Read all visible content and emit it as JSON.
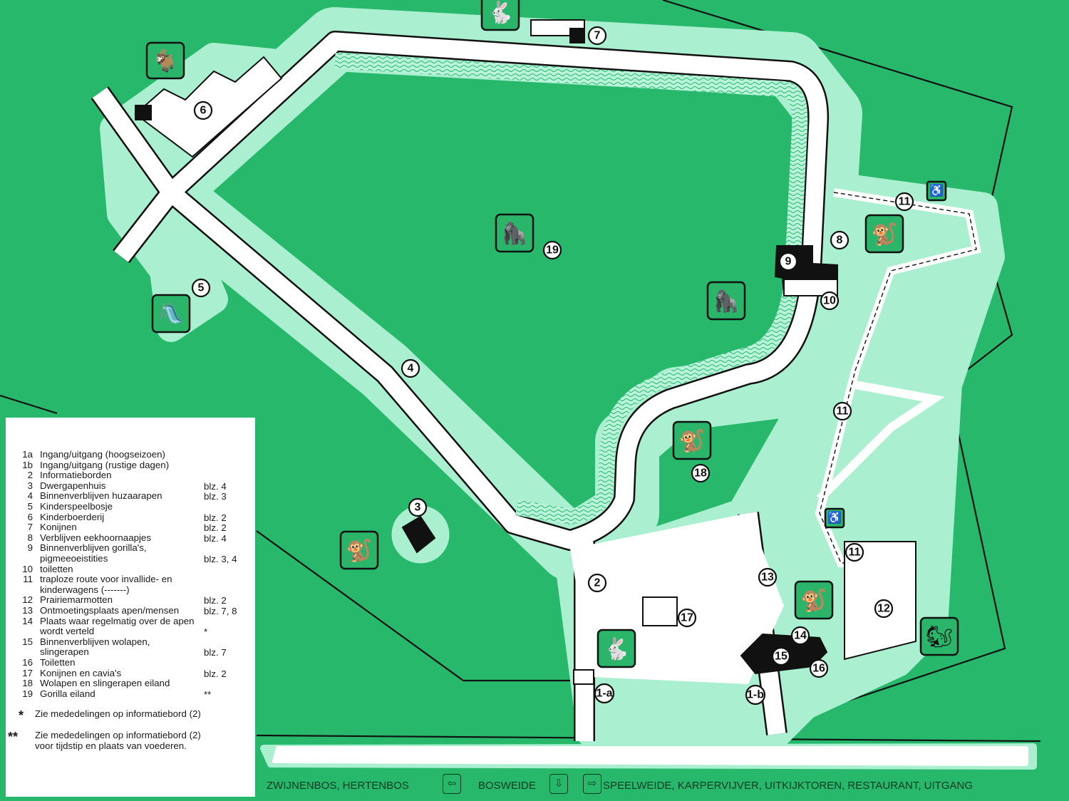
{
  "markers": [
    "1-a",
    "1-b",
    "2",
    "3",
    "4",
    "5",
    "6",
    "7",
    "8",
    "9",
    "10",
    "11",
    "11",
    "11",
    "12",
    "13",
    "14",
    "15",
    "16",
    "17",
    "18",
    "19"
  ],
  "icons": [
    "goat-icon",
    "rabbit-icon",
    "gorilla-icon",
    "gorilla-icon",
    "monkey-icon",
    "monkey-icon",
    "monkey-icon",
    "playground-slide-icon",
    "marmoset-icon",
    "rabbit-icon",
    "prairie-dog-icon",
    "wheelchair-stroller-icon",
    "wheelchair-stroller-icon"
  ],
  "legend": {
    "items": [
      {
        "num": "1a",
        "label": "Ingang/uitgang (hoogseizoen)",
        "page": ""
      },
      {
        "num": "1b",
        "label": "Ingang/uitgang (rustige dagen)",
        "page": ""
      },
      {
        "num": "2",
        "label": "Informatieborden",
        "page": ""
      },
      {
        "num": "3",
        "label": "Dwergapenhuis",
        "page": "blz. 4"
      },
      {
        "num": "4",
        "label": "Binnenverblijven huzaarapen",
        "page": "blz. 3"
      },
      {
        "num": "5",
        "label": "Kinderspeelbosje",
        "page": ""
      },
      {
        "num": "6",
        "label": "Kinderboerderij",
        "page": "blz. 2"
      },
      {
        "num": "7",
        "label": "Konijnen",
        "page": "blz. 2"
      },
      {
        "num": "8",
        "label": "Verblijven eekhoornaapjes",
        "page": "blz. 4"
      },
      {
        "num": "9",
        "label": "Binnenverblijven gorilla's,",
        "label2": "pigmeeoeistities",
        "page": "blz. 3, 4"
      },
      {
        "num": "10",
        "label": "toiletten",
        "page": ""
      },
      {
        "num": "11",
        "label": "traploze route voor invallide-  en",
        "label2": "kinderwagens (-------)",
        "page": ""
      },
      {
        "num": "12",
        "label": "Prairiemarmotten",
        "page": "blz. 2"
      },
      {
        "num": "13",
        "label": "Ontmoetingsplaats apen/mensen",
        "page": "blz. 7, 8"
      },
      {
        "num": "14",
        "label": "Plaats waar regelmatig over de apen",
        "label2": "wordt verteld",
        "page": "*"
      },
      {
        "num": "15",
        "label": "Binnenverblijven wolapen,",
        "label2": "slingerapen",
        "page": "blz. 7"
      },
      {
        "num": "16",
        "label": "Toiletten",
        "page": ""
      },
      {
        "num": "17",
        "label": "Konijnen en cavia's",
        "page": "blz. 2"
      },
      {
        "num": "18",
        "label": "Wolapen en slingerapen eiland",
        "page": ""
      },
      {
        "num": "19",
        "label": "Gorilla eiland",
        "page": "**"
      }
    ],
    "notes": [
      {
        "mark": "*",
        "text": "Zie mededelingen op informatiebord (2)"
      },
      {
        "mark": "**",
        "text": "Zie mededelingen op informatiebord (2)",
        "text2": "voor tijdstip en plaats van voederen."
      }
    ]
  },
  "directions": {
    "left": "ZWIJNENBOS, HERTENBOS",
    "center": "BOSWEIDE",
    "right": "SPEELWEIDE, KARPERVIJVER, UITKIJKTOREN, RESTAURANT, UITGANG",
    "arrow_left": "⇦",
    "arrow_down": "⇩",
    "arrow_right": "⇨"
  },
  "colors": {
    "grass": "#27b86c",
    "clearing": "#a9efd0",
    "path": "#ffffff",
    "outline": "#111111"
  }
}
